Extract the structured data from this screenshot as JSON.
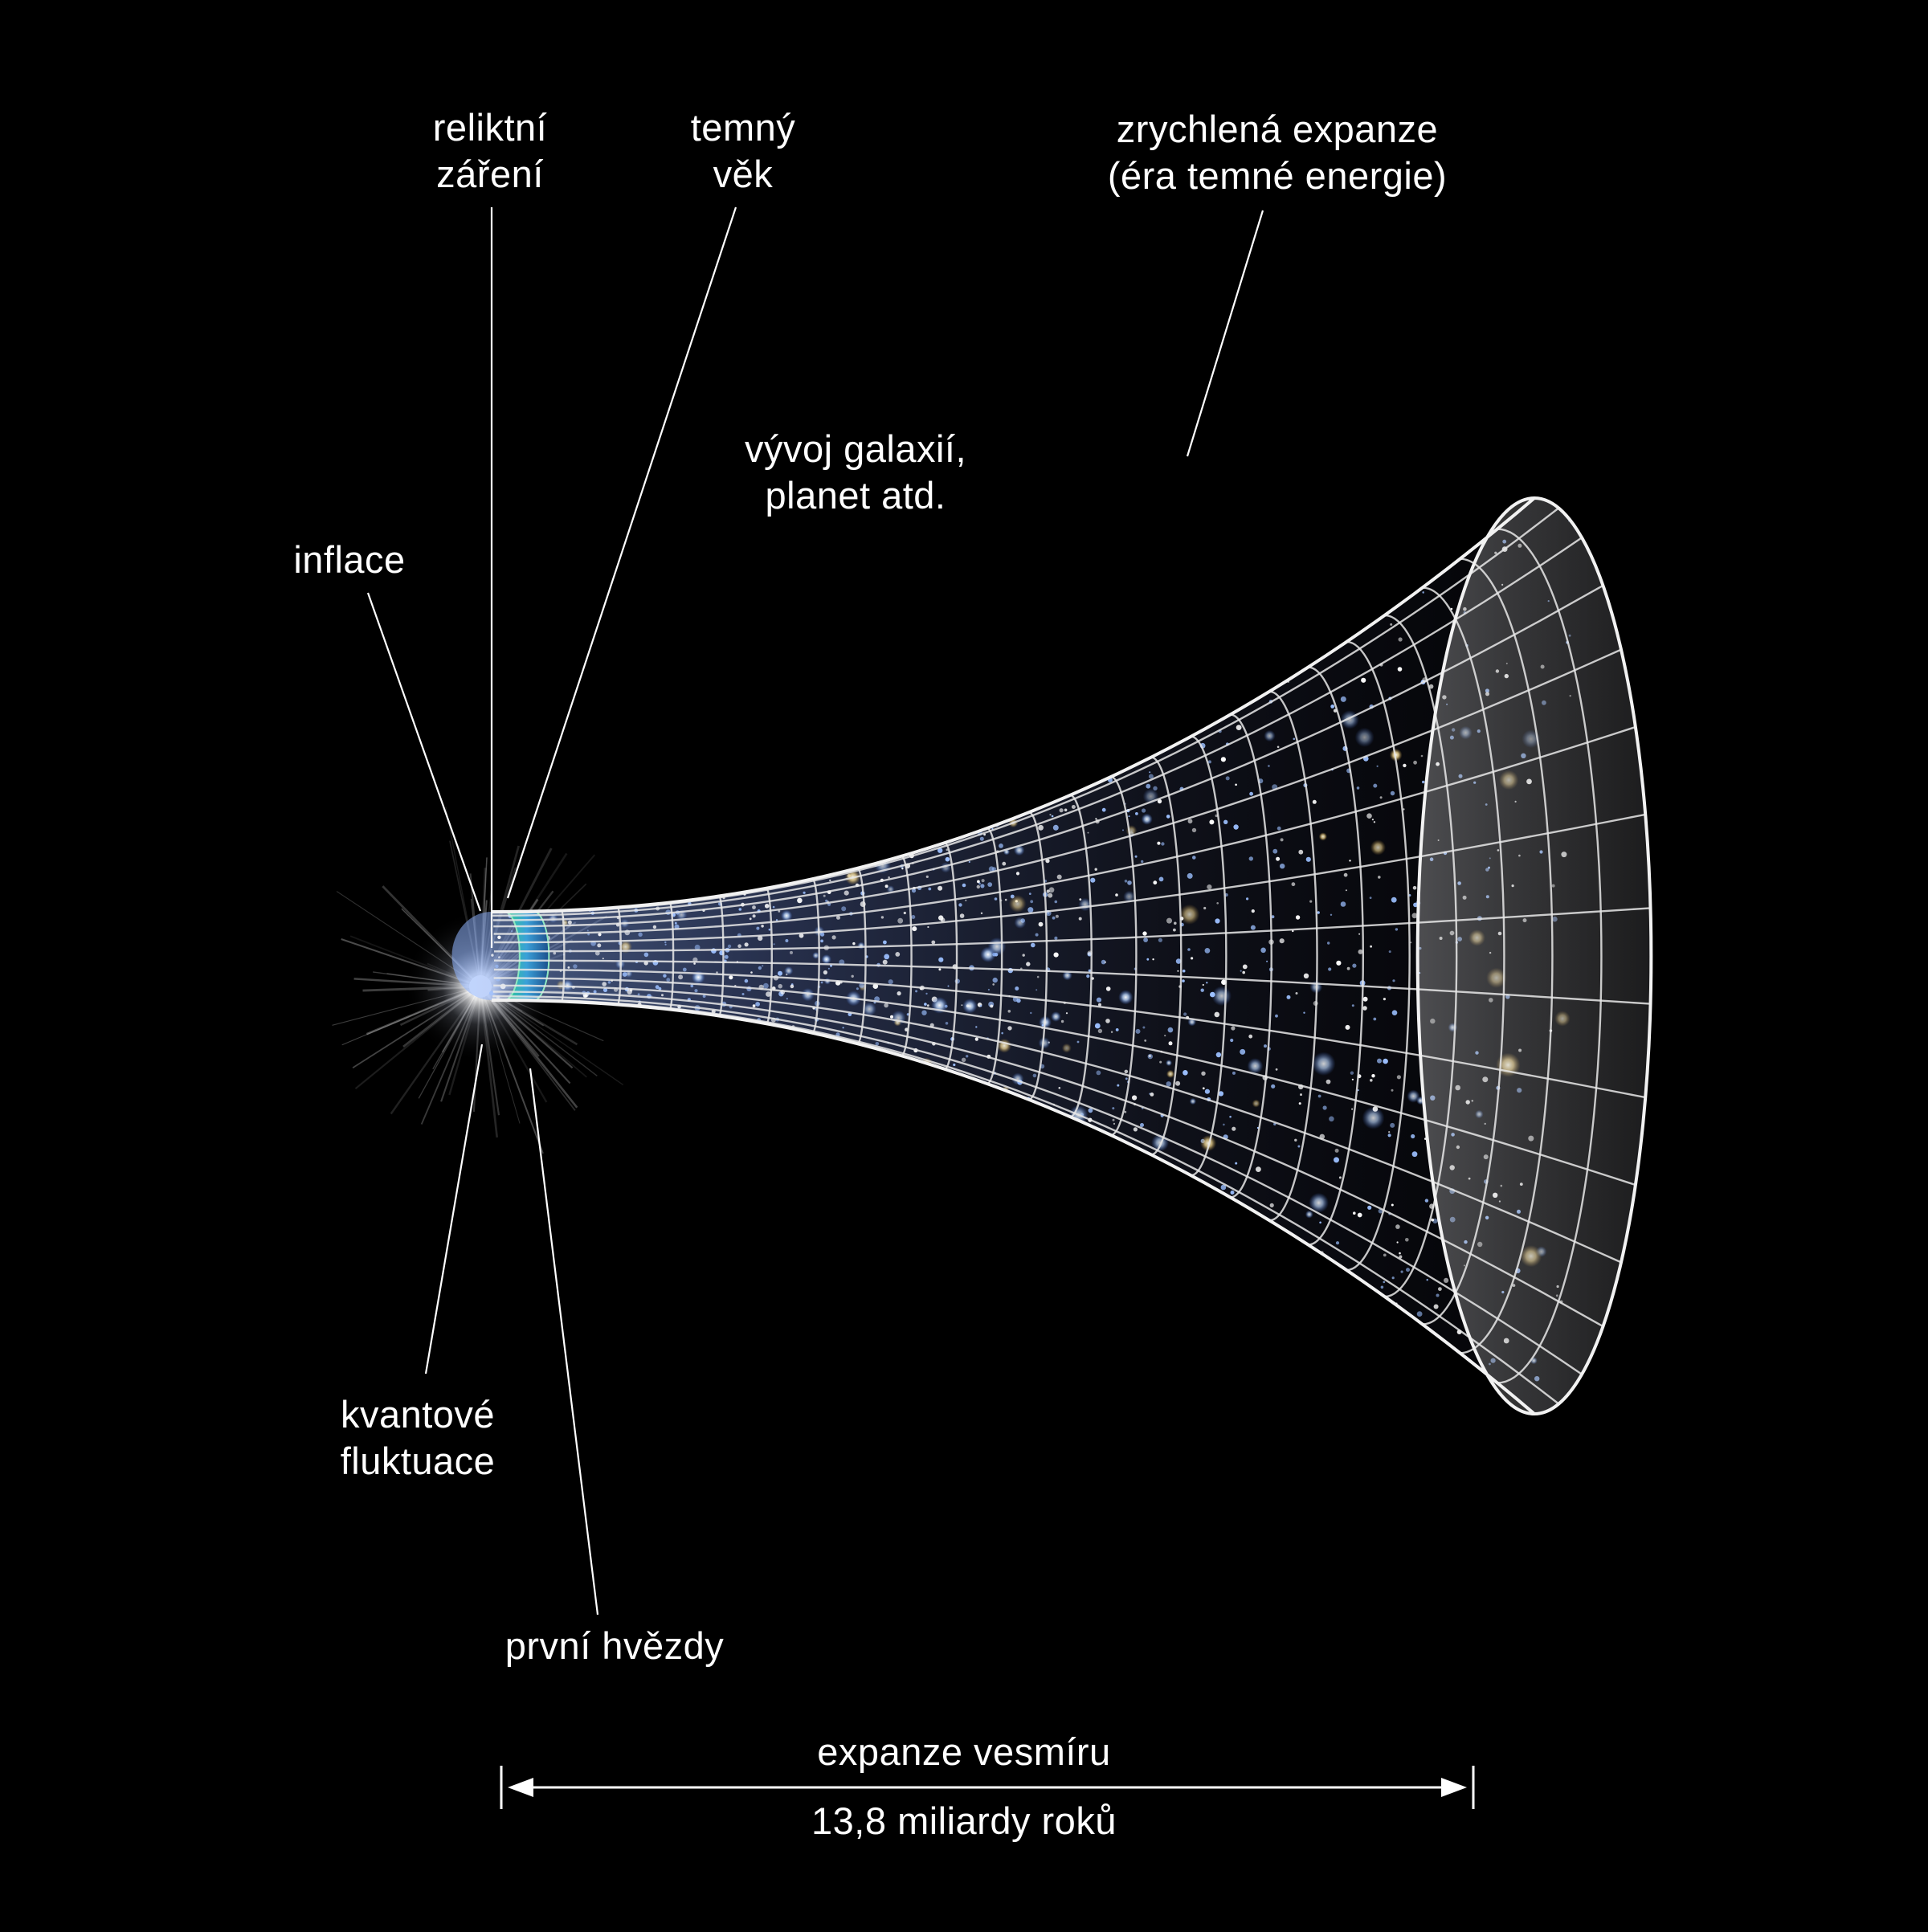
{
  "labels": {
    "relict": {
      "line1": "reliktní",
      "line2": "záření"
    },
    "dark_age": {
      "line1": "temný",
      "line2": "věk"
    },
    "accelerated": {
      "line1": "zrychlená expanze",
      "line2": "(éra temné energie)"
    },
    "galaxies": {
      "line1": "vývoj galaxií,",
      "line2": "planet atd."
    },
    "inflation": "inflace",
    "quantum": {
      "line1": "kvantové",
      "line2": "fluktuace"
    },
    "first_stars": "první hvězdy",
    "expansion": "expanze vesmíru",
    "age": "13,8 miliardy roků"
  },
  "colors": {
    "background": "#000000",
    "grid": "#e8e8e8",
    "galaxy_blue": "#7fb8ff",
    "galaxy_gold": "#f3d890",
    "cmb_green": "#38c88a"
  }
}
